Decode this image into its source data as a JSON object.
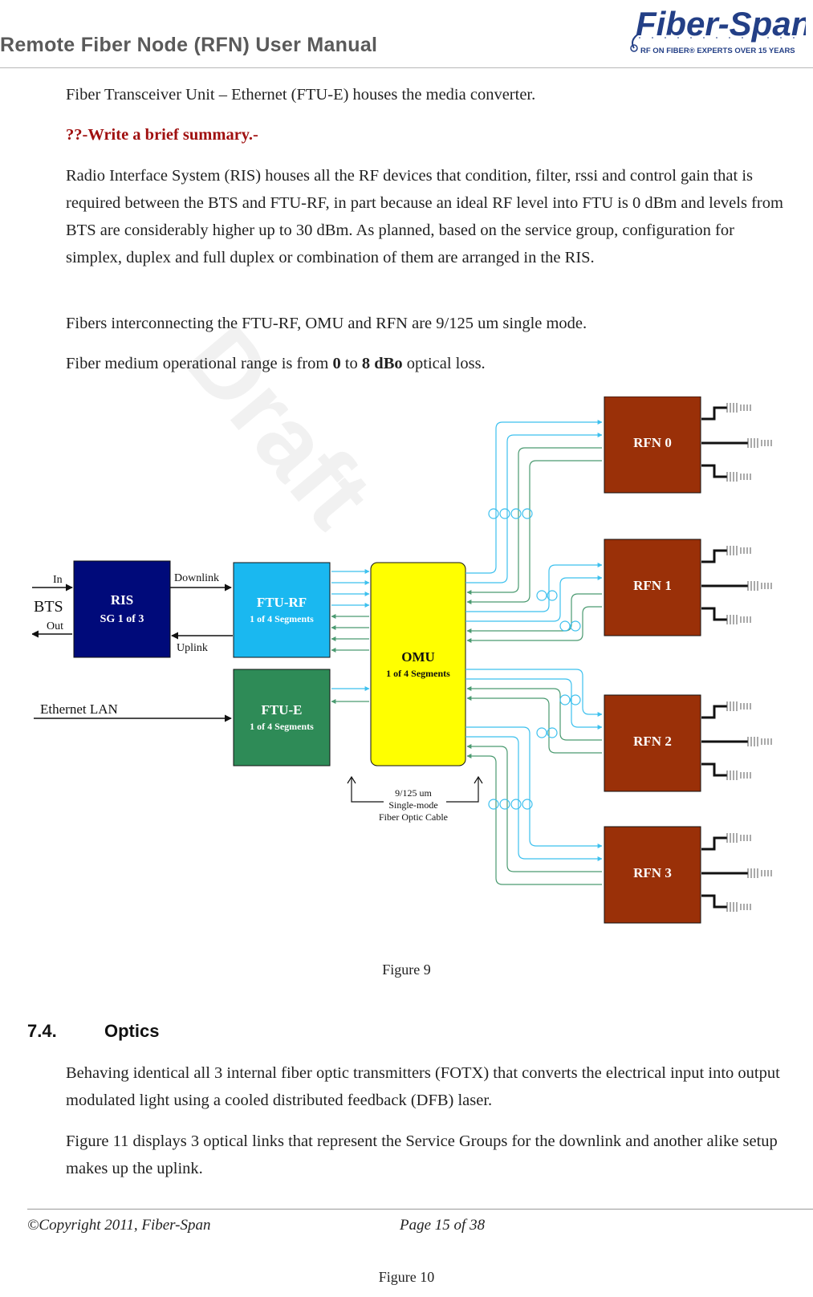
{
  "header": {
    "title": "Remote Fiber Node (RFN) User Manual",
    "logo": {
      "name": "Fiber-Span",
      "tagline": "RF ON FIBER® EXPERTS OVER 15 YEARS"
    }
  },
  "body": {
    "p1": "Fiber Transceiver Unit – Ethernet (FTU-E) houses the media converter.",
    "p2_note": "??-Write a brief summary.-",
    "p3": "Radio Interface System (RIS) houses all the RF devices that condition, filter, rssi and control gain that is required between the BTS and FTU-RF, in part because an ideal RF level into FTU is 0 dBm and levels from BTS are considerably higher up to 30 dBm.  As planned, based on the service group, configuration for simplex, duplex and full duplex or combination of them are arranged in the RIS.",
    "p4": "Fibers interconnecting the FTU-RF, OMU and RFN are 9/125 um single mode.",
    "p5": {
      "before": "Fiber medium operational range is from ",
      "from": "0",
      "mid": " to ",
      "to": "8 dBo",
      "after": " optical loss."
    }
  },
  "diagram": {
    "bts": "BTS",
    "in": "In",
    "out": "Out",
    "ris_title": "RIS",
    "ris_sub": "SG 1 of 3",
    "downlink": "Downlink",
    "uplink": "Uplink",
    "ftu_rf_title": "FTU-RF",
    "ftu_rf_sub": "1 of 4 Segments",
    "ethernet": "Ethernet LAN",
    "ftu_e_title": "FTU-E",
    "ftu_e_sub": "1 of 4 Segments",
    "omu_title": "OMU",
    "omu_sub": "1 of 4 Segments",
    "cable1": "9/125 um",
    "cable2": "Single-mode",
    "cable3": "Fiber Optic Cable",
    "rfn0": "RFN 0",
    "rfn1": "RFN 1",
    "rfn2": "RFN 2",
    "rfn3": "RFN 3",
    "colors": {
      "ris": "#000a7a",
      "ftu_rf": "#1ab8f0",
      "ftu_e": "#2e8b57",
      "omu": "#ffff00",
      "rfn": "#9a3008",
      "fiber_light": "#3cc0ee",
      "fiber_green": "#4a9a70"
    }
  },
  "figure9": "Figure 9",
  "section": {
    "number": "7.4.",
    "title": "Optics"
  },
  "optics": {
    "p1": "Behaving identical all 3 internal fiber optic transmitters (FOTX) that converts the electrical input into output modulated light using a cooled distributed feedback (DFB) laser.",
    "p2": "Figure 11 displays 3 optical links that represent the Service Groups for the downlink and another alike setup makes up the uplink."
  },
  "footer": {
    "copyright": "©Copyright 2011, Fiber-Span",
    "page": "Page 15 of 38"
  },
  "figure10": "Figure 10",
  "watermark": "Draft"
}
